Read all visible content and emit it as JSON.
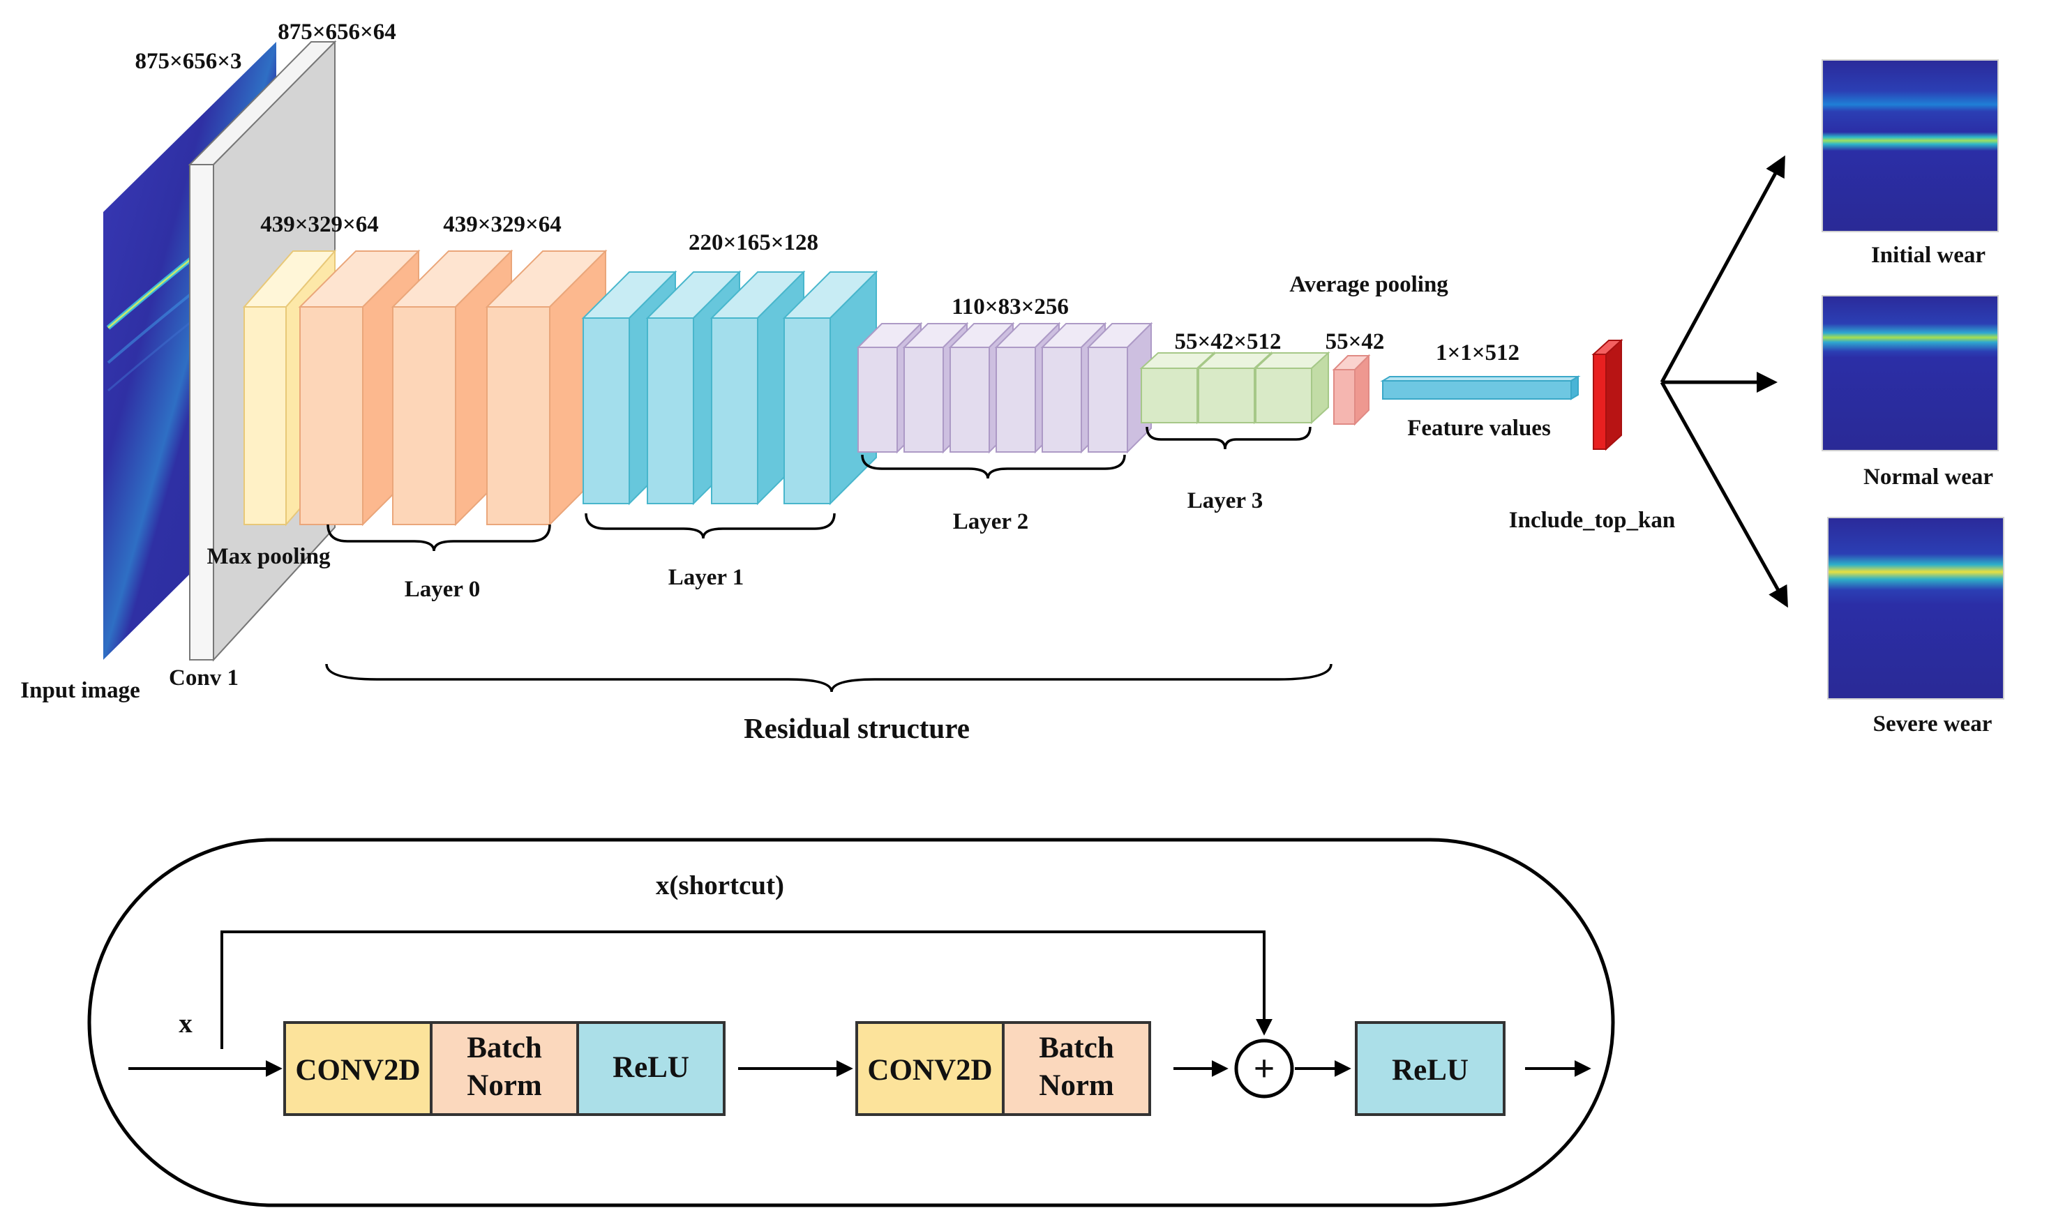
{
  "colors": {
    "input": "#2e2aa8",
    "yellow": "#fff1c6",
    "orange": "#fdd6b8",
    "cyan": "#a3deec",
    "lavender": "#e3dcee",
    "green": "#d9eac7",
    "pink": "#f5b6b0",
    "feature": "#6ec7e2",
    "red": "#e82020",
    "conv_yellow": "#fce39b",
    "bn_peach": "#fbd8bd",
    "relu_cyan": "#abdfe8"
  },
  "top": {
    "input_label": "Input image",
    "input_dim": "875×656×3",
    "conv1_label": "Conv 1",
    "conv1_dim": "875×656×64",
    "maxpool_label": "Max pooling",
    "maxpool_dim": "439×329×64",
    "layer0_dim": "439×329×64",
    "layer0_label": "Layer 0",
    "layer1_dim": "220×165×128",
    "layer1_label": "Layer 1",
    "layer2_dim": "110×83×256",
    "layer2_label": "Layer 2",
    "layer3_dim": "55×42×512",
    "layer3_label": "Layer 3",
    "avgpool_label": "Average pooling",
    "avgpool_dim": "55×42",
    "feature_dim": "1×1×512",
    "feature_label": "Feature values",
    "kan_label": "Include_top_kan",
    "residual_label": "Residual structure",
    "outputs": [
      {
        "label": "Initial wear",
        "icon": "spectrogram-initial-icon"
      },
      {
        "label": "Normal wear",
        "icon": "spectrogram-normal-icon"
      },
      {
        "label": "Severe wear",
        "icon": "spectrogram-severe-icon"
      }
    ]
  },
  "block": {
    "shortcut_label": "x(shortcut)",
    "x_label": "x",
    "conv2d_1": "CONV2D",
    "batch_1": "Batch",
    "norm_1": "Norm",
    "relu_1": "ReLU",
    "conv2d_2": "CONV2D",
    "batch_2": "Batch",
    "norm_2": "Norm",
    "plus": "+",
    "relu_2": "ReLU"
  }
}
